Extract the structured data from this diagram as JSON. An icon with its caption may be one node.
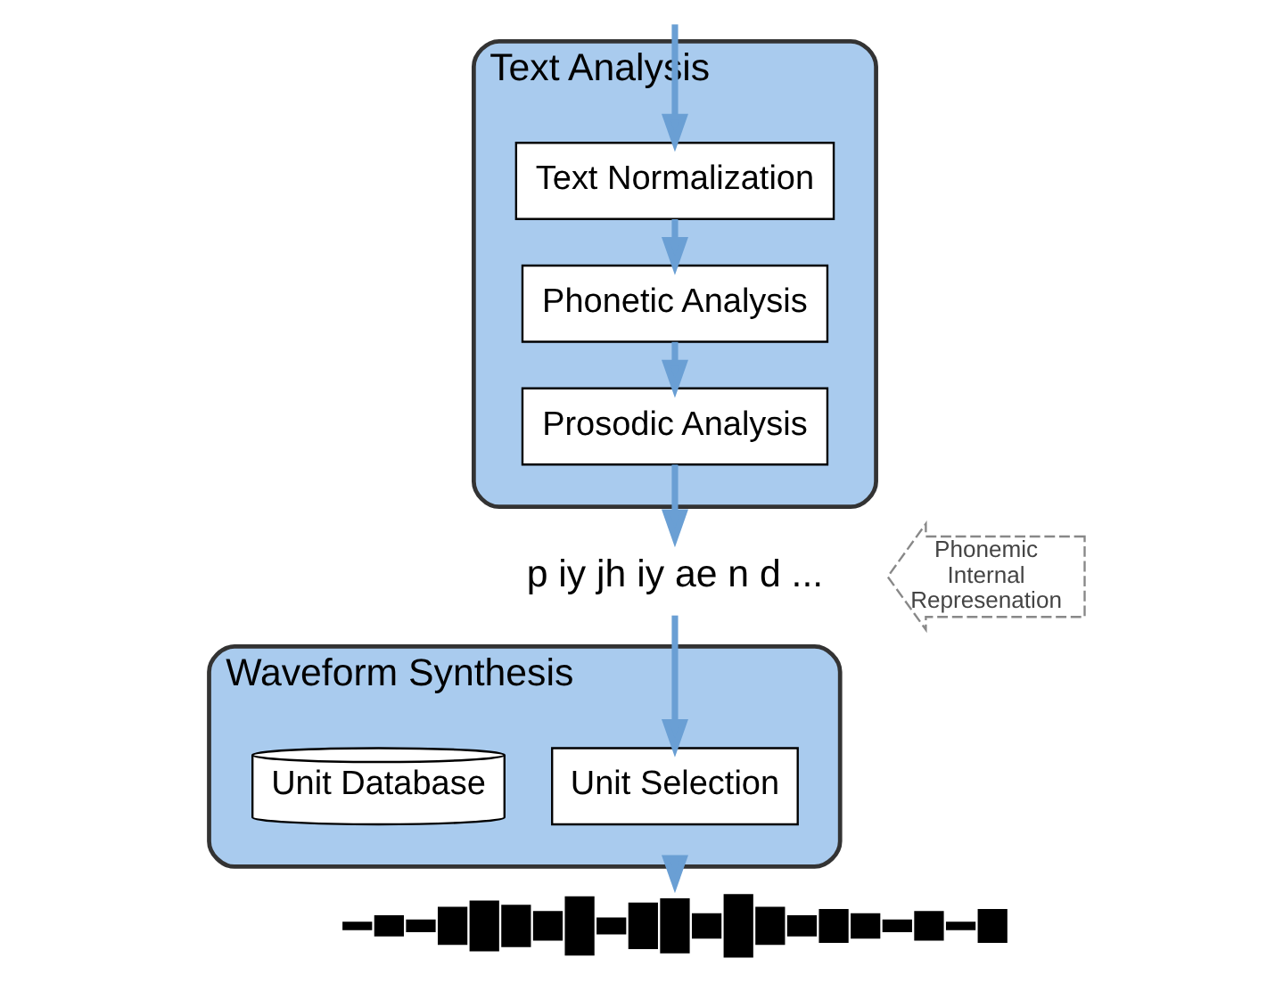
{
  "diagram": {
    "nodes": [
      {
        "text": [
          "Text Analysis"
        ]
      },
      {
        "text": [
          "Text Normalization"
        ],
        "in": 0
      },
      {
        "text": [
          "Phonetic Analysis"
        ],
        "in": 0
      },
      {
        "text": [
          "Prosodic Analysis"
        ],
        "in": 0
      },
      {
        "text": [
          "p iy jh iy ae n d ..."
        ]
      },
      {
        "text": [
          "Phonemic Internal Represenation"
        ]
      },
      {
        "text": [
          "Waveform Synthesis"
        ]
      },
      {
        "text": [
          "Unit Selection"
        ],
        "in": 6
      },
      {
        "text": [
          "Unit Database"
        ],
        "in": 6
      },
      {
        "text": [],
        "shape": "picture"
      }
    ],
    "edges": [
      {
        "from": null,
        "to": 1,
        "arrow": "to"
      },
      {
        "from": 1,
        "to": 2,
        "arrow": "to"
      },
      {
        "from": 2,
        "to": 3,
        "arrow": "to"
      },
      {
        "from": 3,
        "to": 4,
        "arrow": "to"
      },
      {
        "from": 4,
        "to": 7,
        "arrow": "to"
      },
      {
        "from": 6,
        "to": 9,
        "arrow": "to"
      }
    ]
  }
}
